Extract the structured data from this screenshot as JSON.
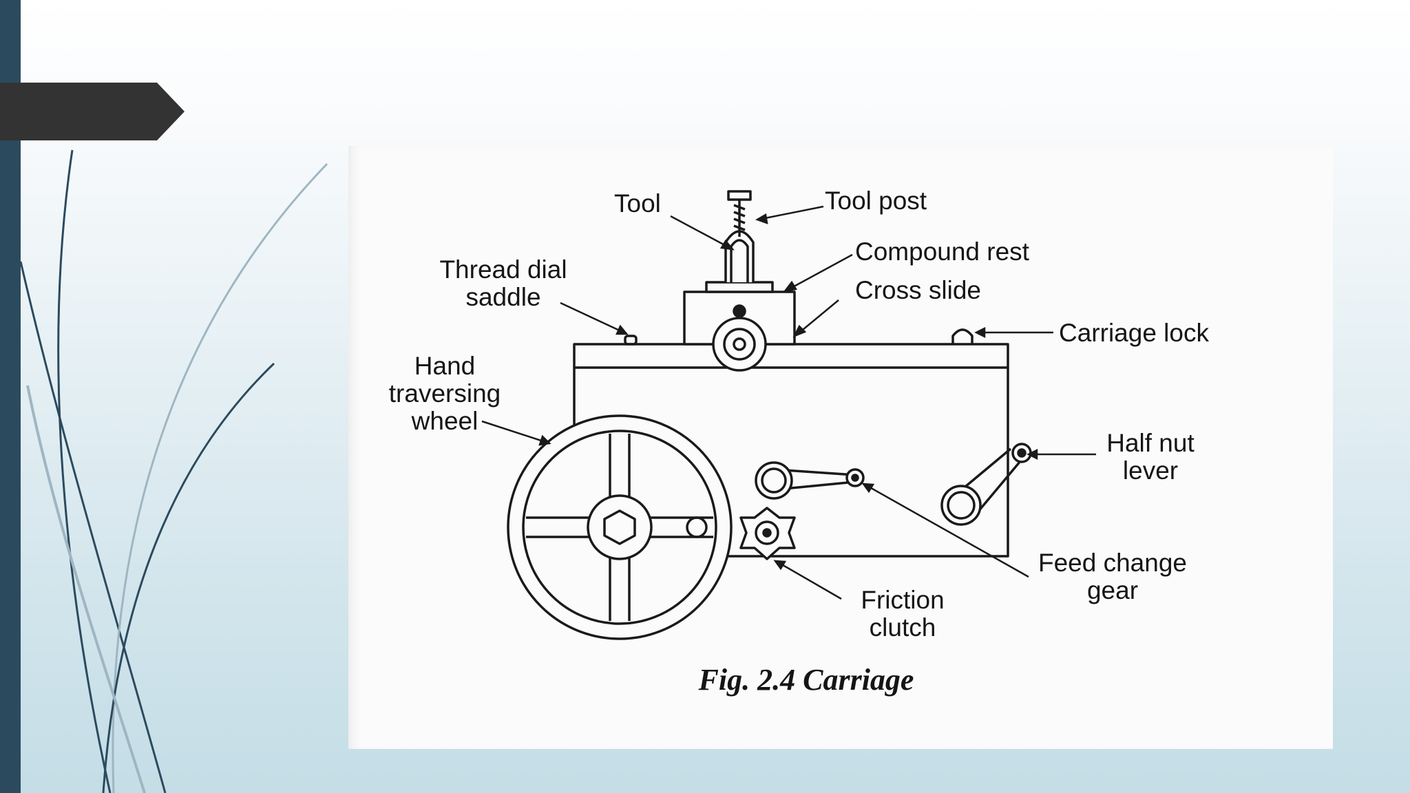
{
  "colors": {
    "left_bar": "#2b4a5e",
    "title_tab": "#333333",
    "curve_dark": "#2b4a5e",
    "curve_light": "#9fb6c2",
    "line_art": "#1a1a1a",
    "panel": "#fbfbfb"
  },
  "diagram": {
    "labels": {
      "tool": "Tool",
      "tool_post": "Tool post",
      "compound_rest": "Compound rest",
      "cross_slide": "Cross slide",
      "thread_dial_saddle_line1": "Thread dial",
      "thread_dial_saddle_line2": "saddle",
      "carriage_lock": "Carriage lock",
      "hand_traversing_wheel_line1": "Hand",
      "hand_traversing_wheel_line2": "traversing",
      "hand_traversing_wheel_line3": "wheel",
      "half_nut_lever_line1": "Half nut",
      "half_nut_lever_line2": "lever",
      "feed_change_gear_line1": "Feed change",
      "feed_change_gear_line2": "gear",
      "friction_clutch_line1": "Friction",
      "friction_clutch_line2": "clutch"
    },
    "caption": "Fig. 2.4 Carriage"
  }
}
